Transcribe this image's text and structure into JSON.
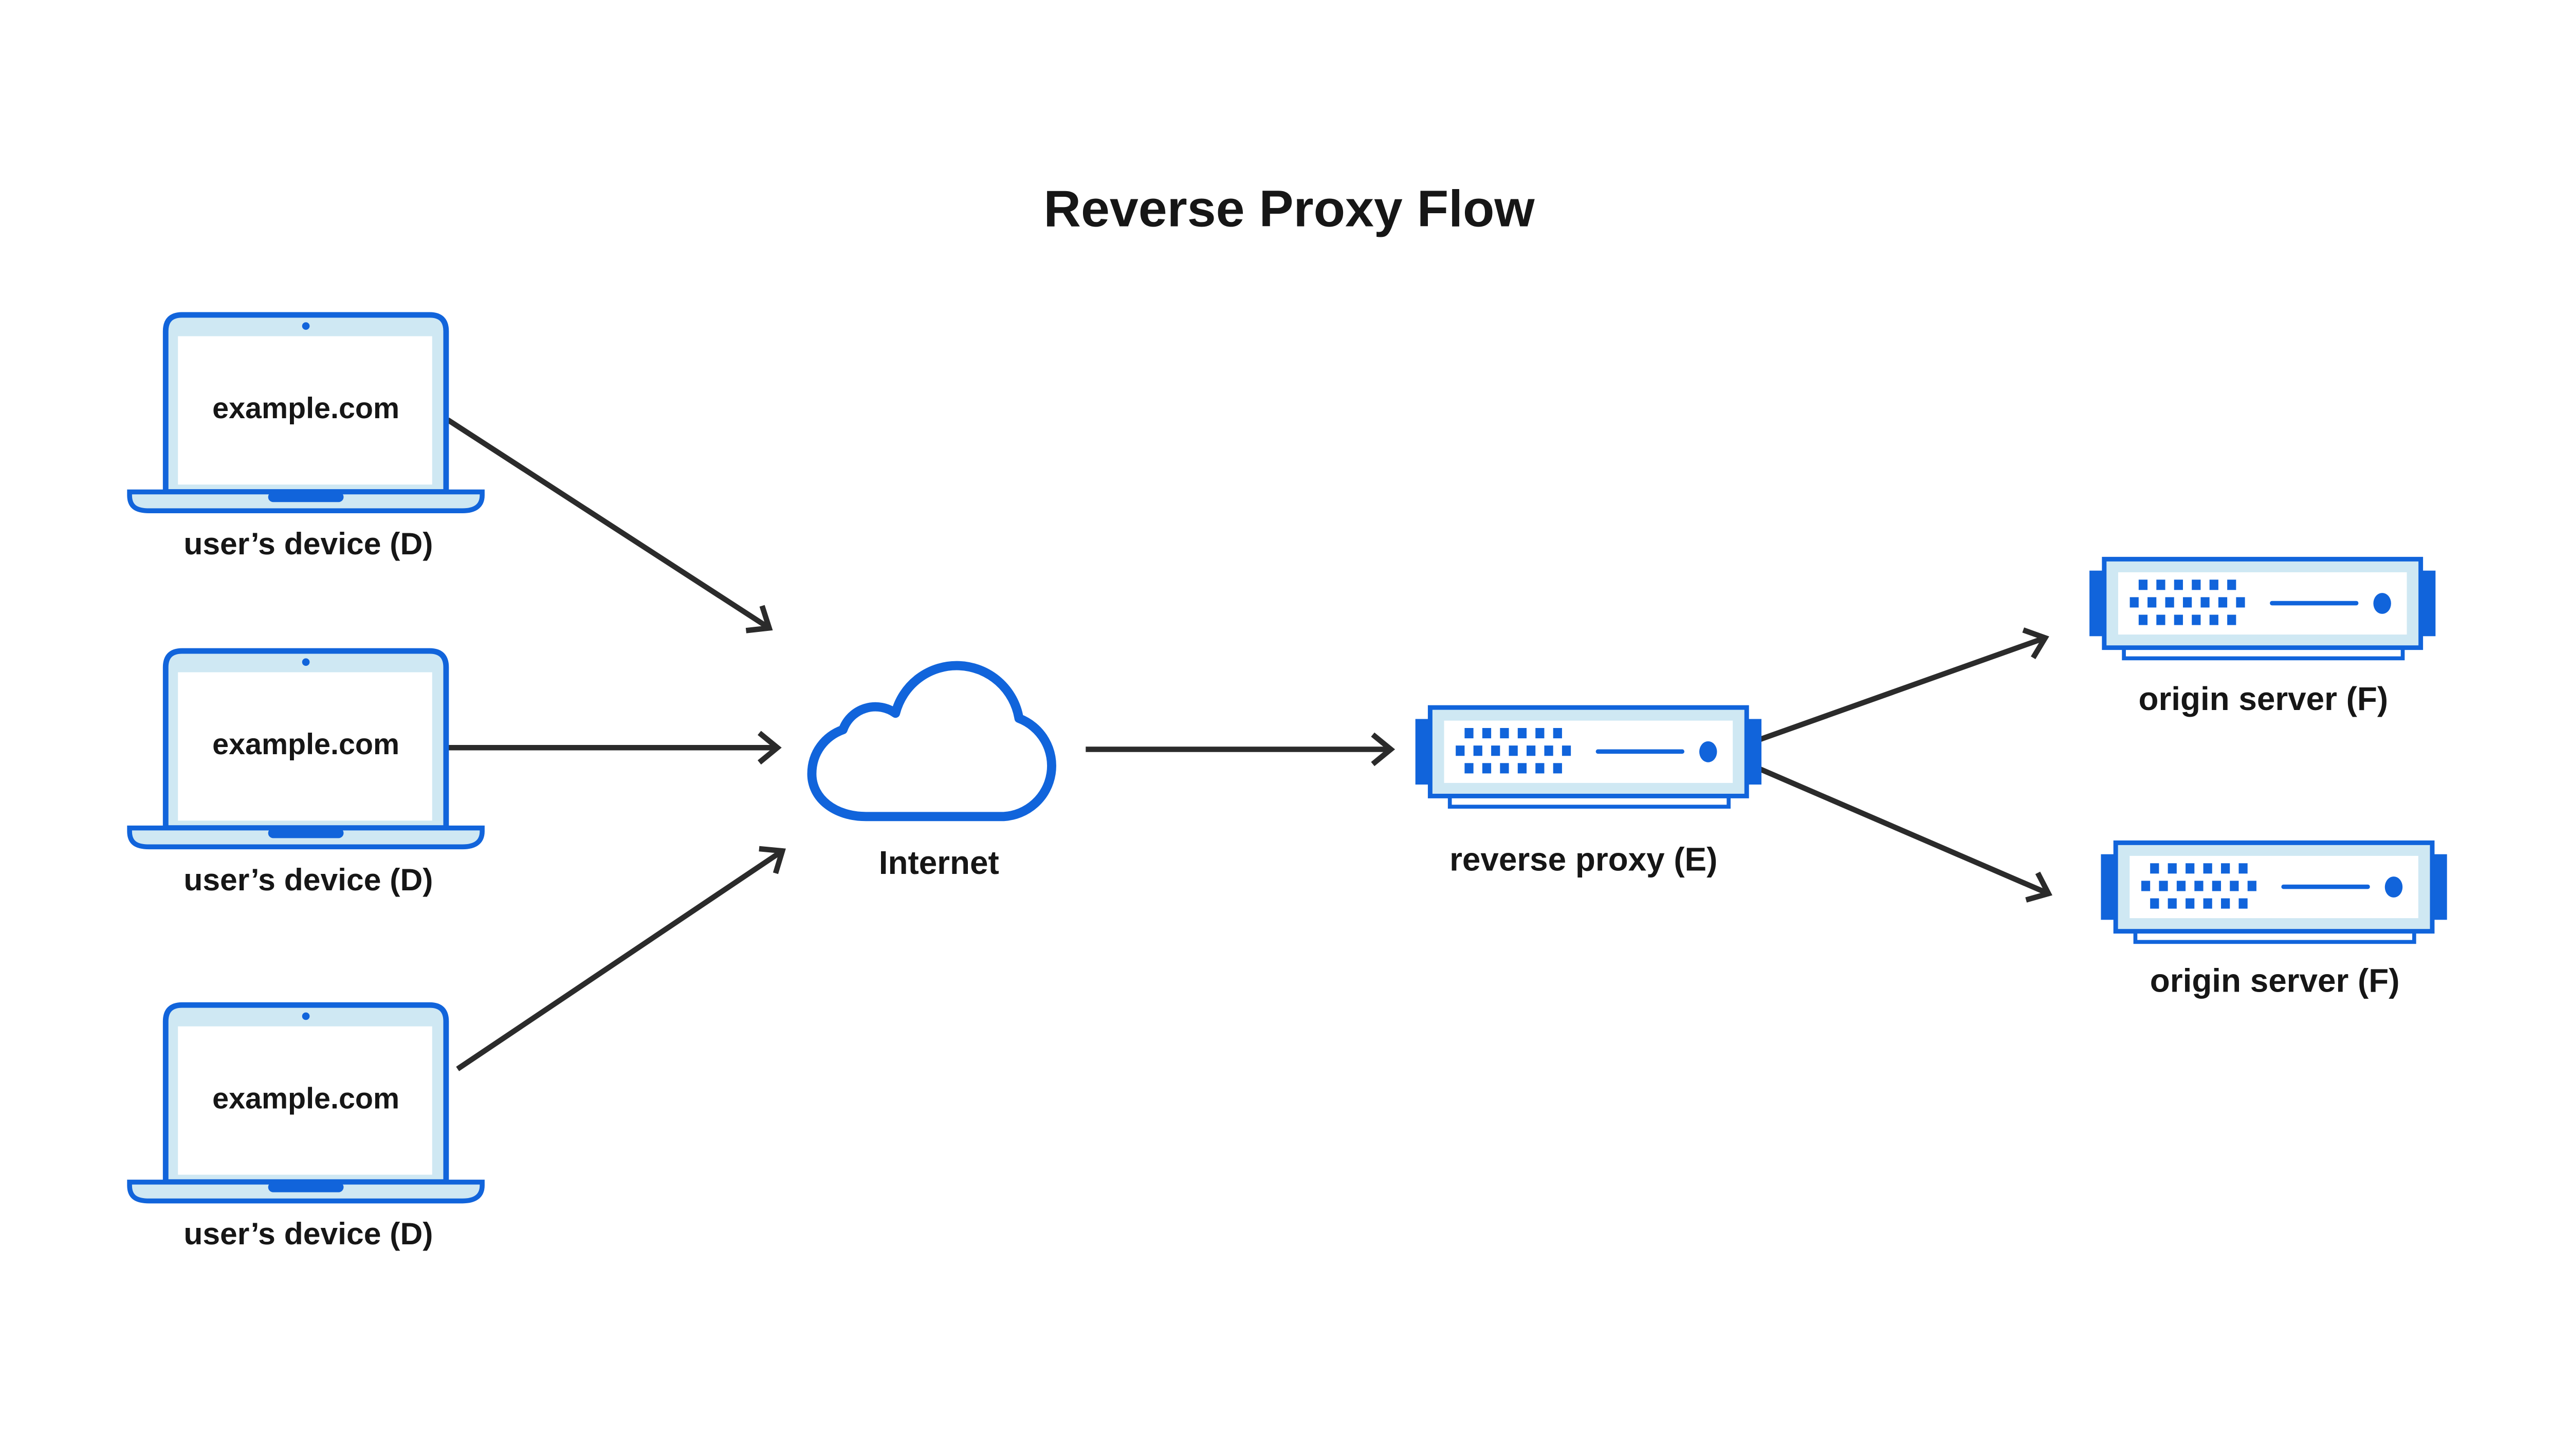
{
  "title": "Reverse Proxy Flow",
  "colors": {
    "accent_blue": "#1164db",
    "light_blue": "#cfe8f3",
    "text": "#161616",
    "arrow": "#2b2b2b",
    "background": "#ffffff"
  },
  "devices": [
    {
      "icon": "laptop-icon",
      "screen": "example.com",
      "caption": "user’s device (D)"
    },
    {
      "icon": "laptop-icon",
      "screen": "example.com",
      "caption": "user’s device (D)"
    },
    {
      "icon": "laptop-icon",
      "screen": "example.com",
      "caption": "user’s device (D)"
    }
  ],
  "internet": {
    "icon": "cloud-icon",
    "caption": "Internet"
  },
  "reverse_proxy": {
    "icon": "server-icon",
    "caption": "reverse proxy (E)"
  },
  "origin_servers": [
    {
      "icon": "server-icon",
      "caption": "origin server (F)"
    },
    {
      "icon": "server-icon",
      "caption": "origin server (F)"
    }
  ],
  "edges": [
    {
      "from": "user-device-1",
      "to": "internet"
    },
    {
      "from": "user-device-2",
      "to": "internet"
    },
    {
      "from": "user-device-3",
      "to": "internet"
    },
    {
      "from": "internet",
      "to": "reverse-proxy"
    },
    {
      "from": "reverse-proxy",
      "to": "origin-server-1"
    },
    {
      "from": "reverse-proxy",
      "to": "origin-server-2"
    }
  ]
}
